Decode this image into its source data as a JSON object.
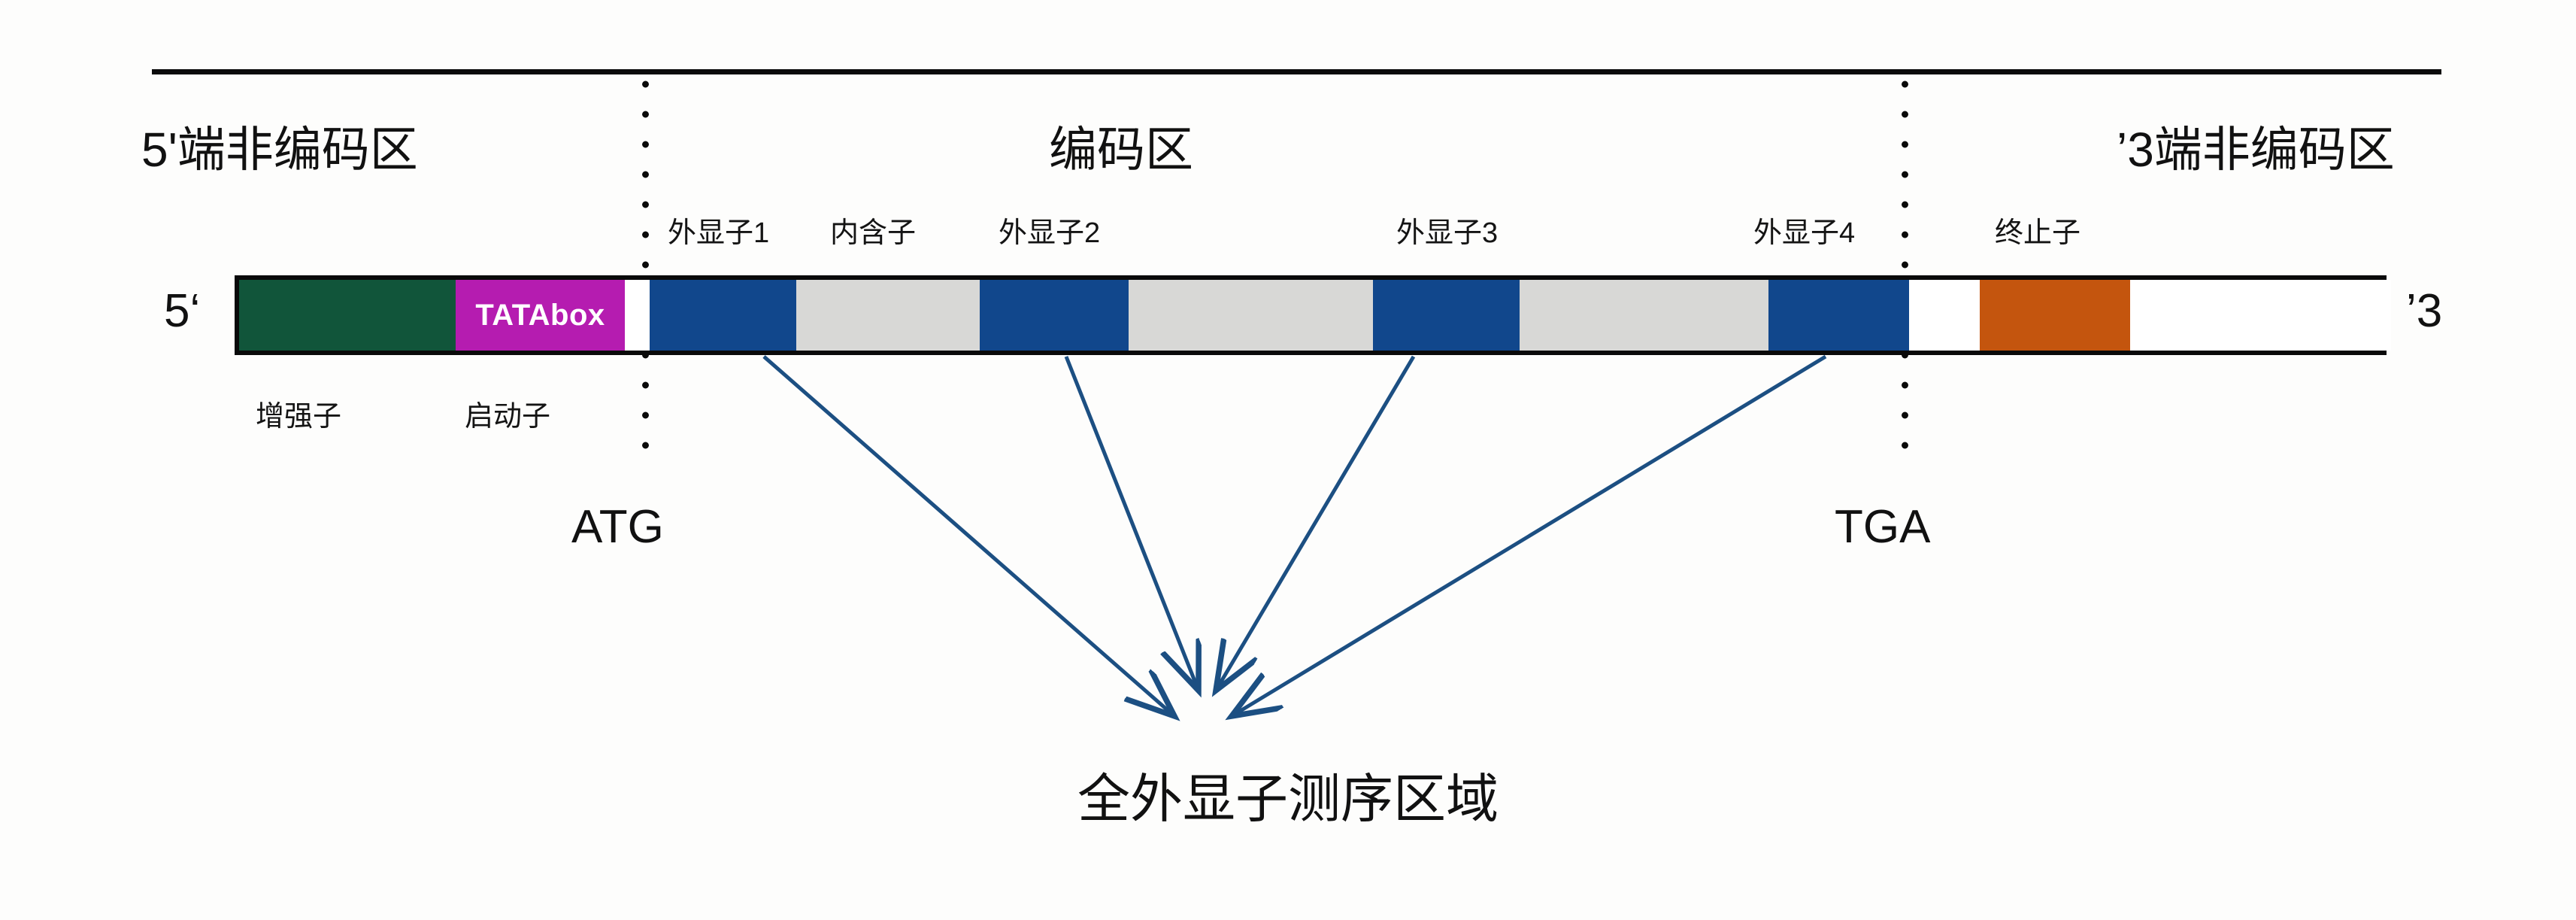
{
  "diagram": {
    "title_left": "5'端非编码区",
    "title_center": "编码区",
    "title_right": "’3端非编码区",
    "end_label_left": "5‘",
    "end_label_right": "’3",
    "caption": "全外显子测序区域",
    "codon_start": "ATG",
    "codon_stop": "TGA"
  },
  "upper_labels": [
    {
      "text": "外显子1",
      "name": "label-exon-1"
    },
    {
      "text": "内含子",
      "name": "label-intron"
    },
    {
      "text": "外显子2",
      "name": "label-exon-2"
    },
    {
      "text": "外显子3",
      "name": "label-exon-3"
    },
    {
      "text": "外显子4",
      "name": "label-exon-4"
    },
    {
      "text": "终止子",
      "name": "label-terminator"
    }
  ],
  "lower_labels": [
    {
      "text": "增强子",
      "name": "label-enhancer"
    },
    {
      "text": "启动子",
      "name": "label-promoter"
    }
  ],
  "segments": [
    {
      "kind": "enhancer",
      "label": "增强子",
      "color": "#11553a"
    },
    {
      "kind": "tata",
      "label": "TATAbox",
      "color": "#b51cb0"
    },
    {
      "kind": "blank",
      "label": "",
      "color": "#ffffff"
    },
    {
      "kind": "exon",
      "label": "外显子1",
      "color": "#11478c"
    },
    {
      "kind": "intron",
      "label": "内含子",
      "color": "#d8d8d6"
    },
    {
      "kind": "exon",
      "label": "外显子2",
      "color": "#11478c"
    },
    {
      "kind": "intron",
      "label": "内含子",
      "color": "#d8d8d6"
    },
    {
      "kind": "exon",
      "label": "外显子3",
      "color": "#11478c"
    },
    {
      "kind": "intron",
      "label": "内含子",
      "color": "#d8d8d6"
    },
    {
      "kind": "exon",
      "label": "外显子4",
      "color": "#11478c"
    },
    {
      "kind": "blank",
      "label": "",
      "color": "#ffffff"
    },
    {
      "kind": "term",
      "label": "终止子",
      "color": "#c4550e"
    },
    {
      "kind": "blank",
      "label": "",
      "color": "#ffffff"
    }
  ],
  "colors": {
    "enhancer": "#11553a",
    "tatabox": "#b51cb0",
    "exon": "#11478c",
    "intron": "#d8d8d6",
    "terminator": "#c4550e",
    "arrow": "#1c4f82",
    "outline": "#0a0a0a"
  },
  "tata_text": "TATAbox"
}
